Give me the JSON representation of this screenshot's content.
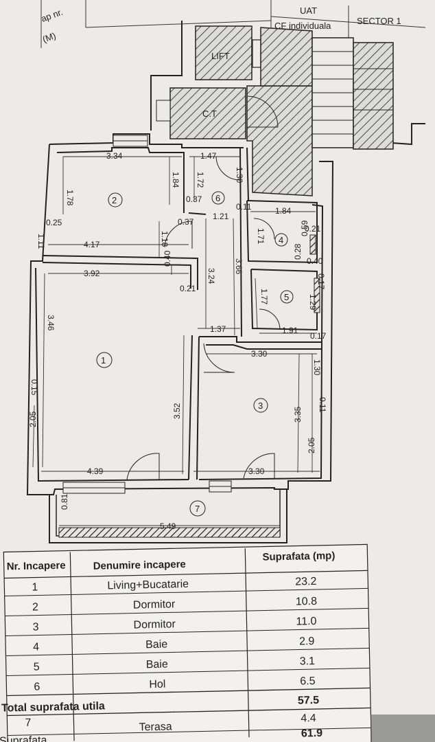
{
  "header": {
    "corner_label": "ap nr.",
    "corner_sub": "(M)",
    "uat_label": "UAT",
    "sector_label": "SECTOR 1",
    "cf_label": "CF individuala"
  },
  "plan": {
    "lift_label": "LIFT",
    "ct_label": "C.T",
    "rooms": [
      "1",
      "2",
      "3",
      "4",
      "5",
      "6",
      "7"
    ],
    "dimensions": {
      "d334": "3.34",
      "d178": "1.78",
      "d184": "1.84",
      "d172": "1.72",
      "d147": "1.47",
      "d130a": "1.30",
      "d037": "0.37",
      "d025": "0.25",
      "d037b": "0.37",
      "d121": "1.21",
      "d011": "0.11",
      "d184b": "1.84",
      "d171": "1.71",
      "d021": "0.21",
      "d059": "0.59",
      "d111": "1.11",
      "d417": "4.17",
      "d118": "1.18",
      "d040": "0.40",
      "d028": "0.28",
      "d040b": "0.40",
      "d392": "3.92",
      "d324": "3.24",
      "d366": "3.66",
      "d021b": "0.21",
      "d177": "1.77",
      "d017": "0.17",
      "d129": "1.29",
      "d346": "3.46",
      "d137": "1.37",
      "d191": "1.91",
      "d017b": "0.17",
      "d330": "3.30",
      "d130b": "1.30",
      "d015": "0.15",
      "d352": "3.52",
      "d335": "3.35",
      "d011b": "0.11",
      "d205": "2.05",
      "d205b": "2.05",
      "d439": "4.39",
      "d330b": "3.30",
      "d081": "0.81",
      "d549": "5.49"
    }
  },
  "table": {
    "headers": [
      "Nr. Incapere",
      "Denumire incapere",
      "Suprafata (mp)"
    ],
    "rows": [
      {
        "nr": "1",
        "name": "Living+Bucatarie",
        "area": "23.2"
      },
      {
        "nr": "2",
        "name": "Dormitor",
        "area": "10.8"
      },
      {
        "nr": "3",
        "name": "Dormitor",
        "area": "11.0"
      },
      {
        "nr": "4",
        "name": "Baie",
        "area": "2.9"
      },
      {
        "nr": "5",
        "name": "Baie",
        "area": "3.1"
      },
      {
        "nr": "6",
        "name": "Hol",
        "area": "6.5"
      }
    ],
    "total_util_label": "Total suprafata utila",
    "total_util_value": "57.5",
    "terrace": {
      "nr": "7",
      "name": "Terasa",
      "area": "4.4"
    },
    "total_label": "Suprafata",
    "total_value": "61.9"
  }
}
